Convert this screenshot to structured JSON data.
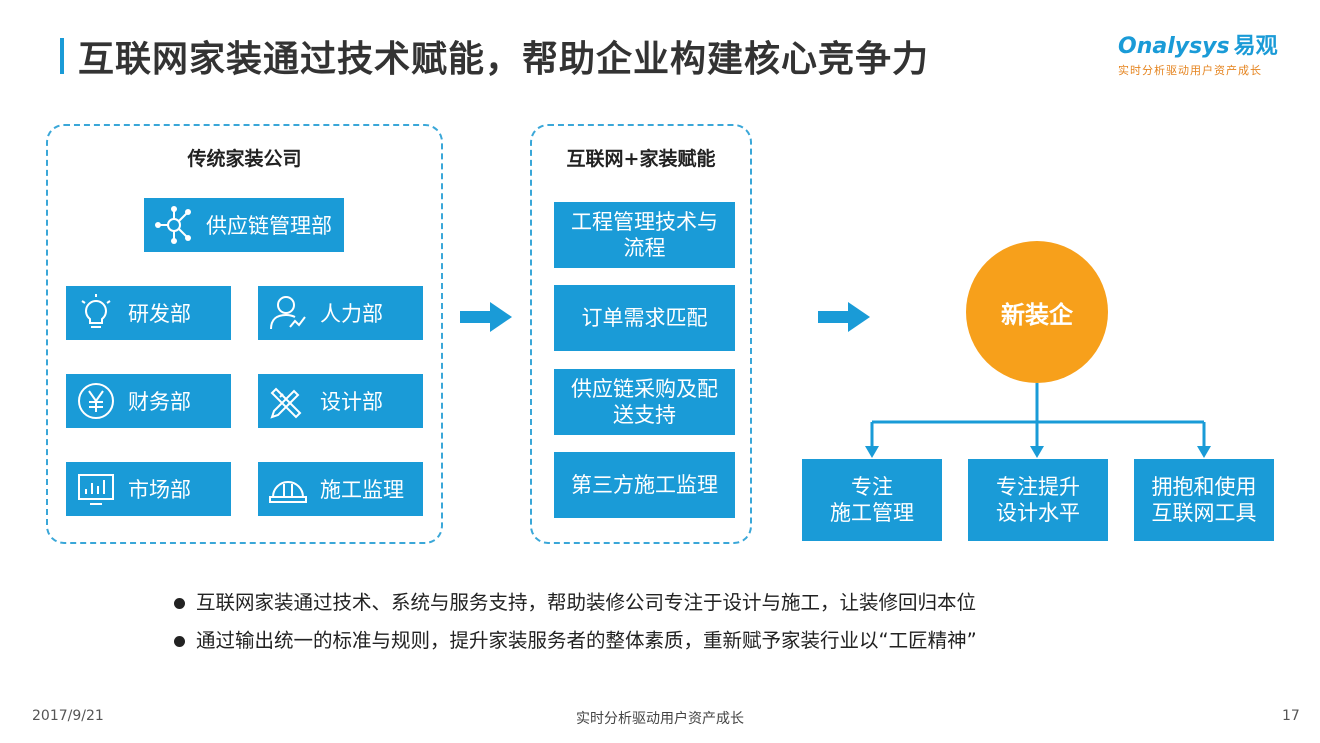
{
  "title": "互联网家装通过技术赋能，帮助企业构建核心竞争力",
  "logo": {
    "name": "Onalysys",
    "cn": "易观",
    "slogan": "实时分析驱动用户资产成长"
  },
  "colors": {
    "accent": "#1a9bd7",
    "orange": "#f7a01b",
    "dashed_border": "#3aa7d8"
  },
  "traditional": {
    "title": "传统家装公司",
    "supply": {
      "label": "供应链管理部",
      "icon": "network-icon"
    },
    "departments": [
      {
        "label": "研发部",
        "icon": "lightbulb-icon"
      },
      {
        "label": "人力部",
        "icon": "person-icon"
      },
      {
        "label": "财务部",
        "icon": "yen-coin-icon"
      },
      {
        "label": "设计部",
        "icon": "pencil-ruler-icon"
      },
      {
        "label": "市场部",
        "icon": "monitor-chart-icon"
      },
      {
        "label": "施工监理",
        "icon": "hard-hat-icon"
      }
    ]
  },
  "empower": {
    "title": "互联网+家装赋能",
    "items": [
      {
        "line1": "工程管理技术与",
        "line2": "流程"
      },
      {
        "line1": "订单需求匹配",
        "line2": ""
      },
      {
        "line1": "供应链采购及配",
        "line2": "送支持"
      },
      {
        "line1": "第三方施工监理",
        "line2": ""
      }
    ]
  },
  "result": {
    "center": "新装企",
    "outcomes": [
      {
        "line1": "专注",
        "line2": "施工管理"
      },
      {
        "line1": "专注提升",
        "line2": "设计水平"
      },
      {
        "line1": "拥抱和使用",
        "line2": "互联网工具"
      }
    ]
  },
  "bullets": [
    "互联网家装通过技术、系统与服务支持，帮助装修公司专注于设计与施工，让装修回归本位",
    "通过输出统一的标准与规则，提升家装服务者的整体素质，重新赋予家装行业以“工匠精神”"
  ],
  "footer": {
    "date": "2017/9/21",
    "center": "实时分析驱动用户资产成长",
    "page": "17"
  }
}
